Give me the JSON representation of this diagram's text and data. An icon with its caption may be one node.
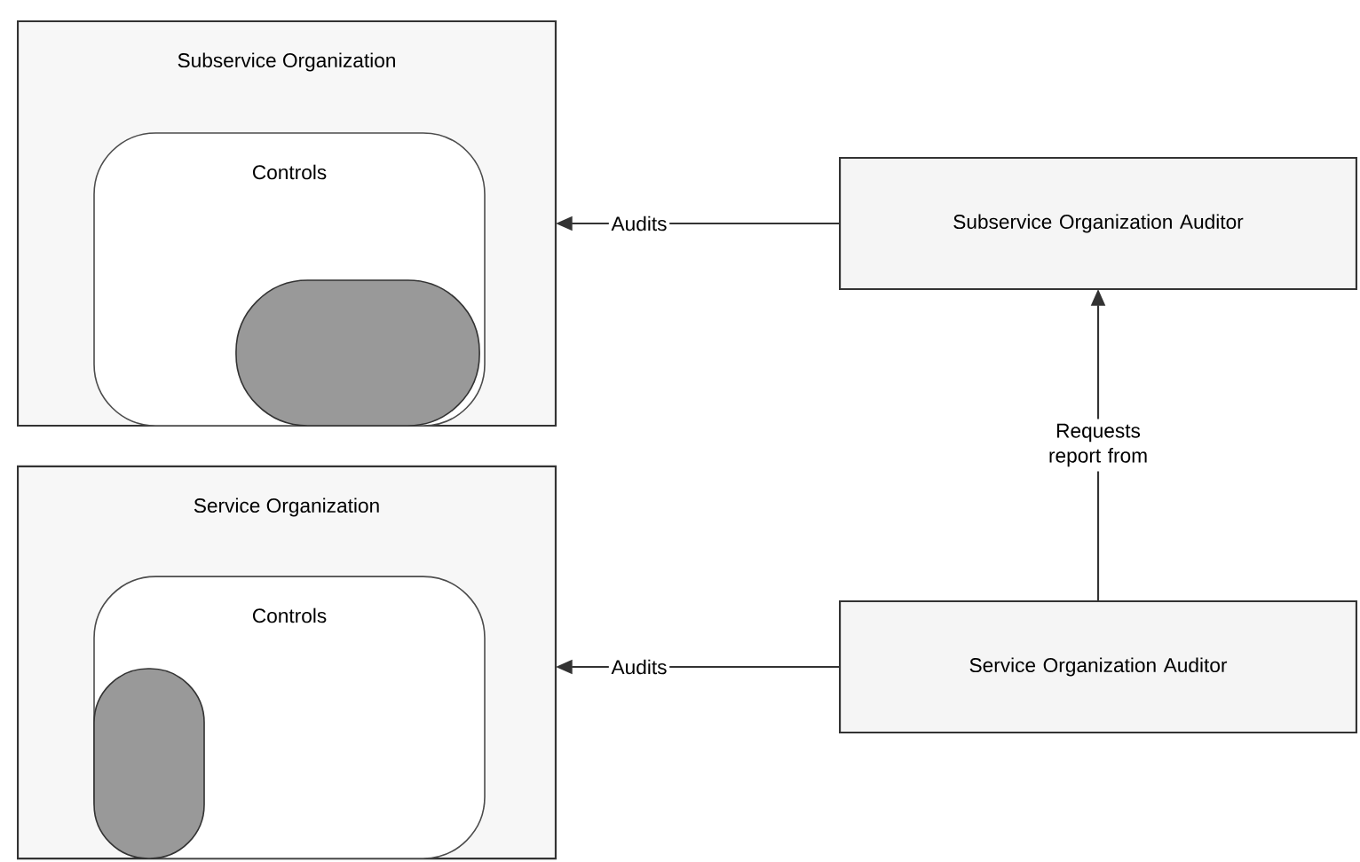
{
  "diagram": {
    "nodes": [
      {
        "text": [
          "Subservice Organization"
        ]
      },
      {
        "text": [
          "Controls"
        ],
        "in": 0
      },
      {
        "text": [],
        "shape": "capsule",
        "in": 1
      },
      {
        "text": [
          "Service Organization"
        ]
      },
      {
        "text": [
          "Controls"
        ],
        "in": 3
      },
      {
        "text": [],
        "shape": "capsule",
        "in": 4
      },
      {
        "text": [
          "Subservice Organization Auditor"
        ]
      },
      {
        "text": [
          "Service Organization Auditor"
        ]
      }
    ],
    "edges": [
      {
        "from": 6,
        "to": 0,
        "arrow": "to",
        "label": "Audits"
      },
      {
        "from": 7,
        "to": 3,
        "arrow": "to",
        "label": "Audits"
      },
      {
        "from": 7,
        "to": 6,
        "arrow": "to",
        "label": "Requests report from"
      }
    ]
  }
}
